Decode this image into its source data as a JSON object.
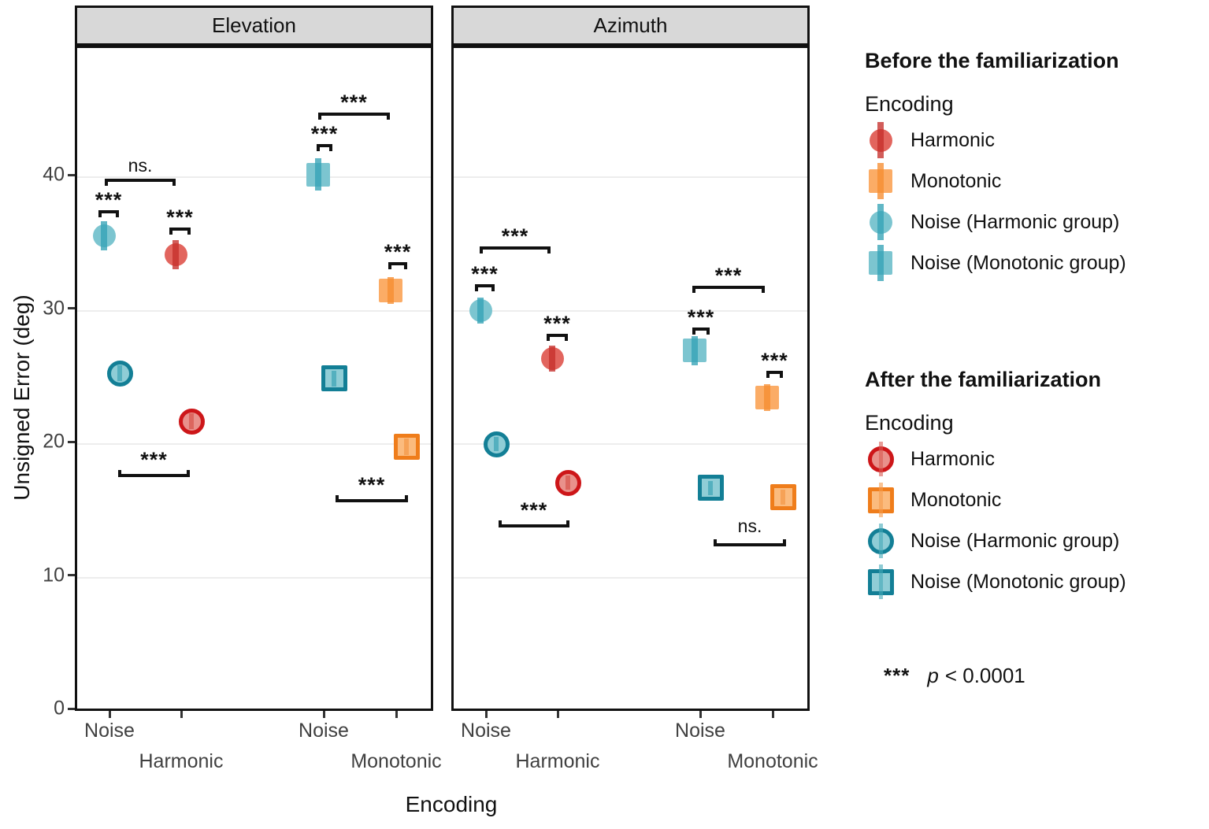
{
  "figure": {
    "y_axis": {
      "label": "Unsigned Error (deg)",
      "ticks": [
        0,
        10,
        20,
        30,
        40
      ],
      "range": [
        0,
        49.7
      ]
    },
    "x_axis": {
      "title": "Encoding",
      "groups": [
        "Noise",
        "Harmonic",
        "Noise",
        "Monotonic"
      ]
    },
    "sig_note": {
      "stars": "***",
      "var": "p",
      "comparison": "< 0.0001"
    },
    "colors": {
      "harmonic": {
        "before_fill": "#E2655E",
        "before_bar": "#C5302B",
        "after_fill": "#E9918B",
        "after_stroke": "#CD1619",
        "after_bar": "#D85A52"
      },
      "monotonic": {
        "before_fill": "#FBAC66",
        "before_bar": "#F68D31",
        "after_fill": "#FBBB7E",
        "after_stroke": "#EF7D1B",
        "after_bar": "#F59B4C"
      },
      "noise": {
        "before_fill": "#7CC5D0",
        "before_bar": "#35A3B6",
        "after_fill": "#8FCDD6",
        "after_stroke": "#137F96",
        "after_bar": "#44A8B8"
      }
    }
  },
  "legend": {
    "groups": [
      {
        "title": "Before the familiarization",
        "subtitle": "Encoding",
        "phase": "before",
        "items": [
          {
            "label": "Harmonic",
            "shape": "circle",
            "color": "harmonic"
          },
          {
            "label": "Monotonic",
            "shape": "square",
            "color": "monotonic"
          },
          {
            "label": "Noise (Harmonic group)",
            "shape": "circle",
            "color": "noise"
          },
          {
            "label": "Noise (Monotonic group)",
            "shape": "square",
            "color": "noise"
          }
        ]
      },
      {
        "title": "After the familiarization",
        "subtitle": "Encoding",
        "phase": "after",
        "items": [
          {
            "label": "Harmonic",
            "shape": "circle",
            "color": "harmonic"
          },
          {
            "label": "Monotonic",
            "shape": "square",
            "color": "monotonic"
          },
          {
            "label": "Noise (Harmonic group)",
            "shape": "circle",
            "color": "noise"
          },
          {
            "label": "Noise (Monotonic group)",
            "shape": "square",
            "color": "noise"
          }
        ]
      }
    ]
  },
  "chart_data": {
    "type": "scatter",
    "title": "",
    "ylabel": "Unsigned Error (deg)",
    "xlabel": "Encoding",
    "ylim": [
      0,
      49.7
    ],
    "grid": "major-horizontal",
    "facets": [
      {
        "title": "Elevation",
        "points": [
          {
            "group": 0,
            "phase": "before",
            "series": "Noise (Harmonic group)",
            "shape": "circle",
            "color": "noise",
            "value": 35.6,
            "ci": 1.1
          },
          {
            "group": 1,
            "phase": "before",
            "series": "Harmonic",
            "shape": "circle",
            "color": "harmonic",
            "value": 34.2,
            "ci": 1.1
          },
          {
            "group": 2,
            "phase": "before",
            "series": "Noise (Monotonic group)",
            "shape": "square",
            "color": "noise",
            "value": 40.2,
            "ci": 1.2
          },
          {
            "group": 3,
            "phase": "before",
            "series": "Monotonic",
            "shape": "square",
            "color": "monotonic",
            "value": 31.5,
            "ci": 1.0
          },
          {
            "group": 0,
            "phase": "after",
            "series": "Noise (Harmonic group)",
            "shape": "circle",
            "color": "noise",
            "value": 25.3,
            "ci": 0.6
          },
          {
            "group": 1,
            "phase": "after",
            "series": "Harmonic",
            "shape": "circle",
            "color": "harmonic",
            "value": 21.7,
            "ci": 0.6
          },
          {
            "group": 2,
            "phase": "after",
            "series": "Noise (Monotonic group)",
            "shape": "square",
            "color": "noise",
            "value": 24.9,
            "ci": 0.6
          },
          {
            "group": 3,
            "phase": "after",
            "series": "Monotonic",
            "shape": "square",
            "color": "monotonic",
            "value": 19.8,
            "ci": 0.6
          }
        ],
        "brackets": [
          {
            "x1": 27,
            "x2": 53,
            "y": 206,
            "dir": "down",
            "label": "***"
          },
          {
            "x1": 117,
            "x2": 144,
            "y": 228,
            "dir": "down",
            "label": "***"
          },
          {
            "x1": 35,
            "x2": 125,
            "y": 166,
            "dir": "down",
            "label": "ns."
          },
          {
            "x1": 306,
            "x2": 397,
            "y": 82,
            "dir": "down",
            "label": "***"
          },
          {
            "x1": 304,
            "x2": 324,
            "y": 122,
            "dir": "down",
            "label": "***"
          },
          {
            "x1": 395,
            "x2": 419,
            "y": 272,
            "dir": "down",
            "label": "***"
          },
          {
            "x1": 52,
            "x2": 143,
            "y": 536,
            "dir": "up",
            "label": "***"
          },
          {
            "x1": 328,
            "x2": 420,
            "y": 568,
            "dir": "up",
            "label": "***"
          }
        ]
      },
      {
        "title": "Azimuth",
        "points": [
          {
            "group": 0,
            "phase": "before",
            "series": "Noise (Harmonic group)",
            "shape": "circle",
            "color": "noise",
            "value": 30.0,
            "ci": 1.0
          },
          {
            "group": 1,
            "phase": "before",
            "series": "Harmonic",
            "shape": "circle",
            "color": "harmonic",
            "value": 26.4,
            "ci": 1.0
          },
          {
            "group": 2,
            "phase": "before",
            "series": "Noise (Monotonic group)",
            "shape": "square",
            "color": "noise",
            "value": 27.0,
            "ci": 1.1
          },
          {
            "group": 3,
            "phase": "before",
            "series": "Monotonic",
            "shape": "square",
            "color": "monotonic",
            "value": 23.5,
            "ci": 1.0
          },
          {
            "group": 0,
            "phase": "after",
            "series": "Noise (Harmonic group)",
            "shape": "circle",
            "color": "noise",
            "value": 20.0,
            "ci": 0.55
          },
          {
            "group": 1,
            "phase": "after",
            "series": "Harmonic",
            "shape": "circle",
            "color": "harmonic",
            "value": 17.1,
            "ci": 0.55
          },
          {
            "group": 2,
            "phase": "after",
            "series": "Noise (Monotonic group)",
            "shape": "square",
            "color": "noise",
            "value": 16.7,
            "ci": 0.55
          },
          {
            "group": 3,
            "phase": "after",
            "series": "Monotonic",
            "shape": "square",
            "color": "monotonic",
            "value": 16.0,
            "ci": 0.55
          }
        ],
        "brackets": [
          {
            "x1": 33,
            "x2": 123,
            "y": 252,
            "dir": "down",
            "label": "***"
          },
          {
            "x1": 27,
            "x2": 52,
            "y": 300,
            "dir": "down",
            "label": "***"
          },
          {
            "x1": 118,
            "x2": 145,
            "y": 363,
            "dir": "down",
            "label": "***"
          },
          {
            "x1": 303,
            "x2": 395,
            "y": 302,
            "dir": "down",
            "label": "***"
          },
          {
            "x1": 303,
            "x2": 325,
            "y": 355,
            "dir": "down",
            "label": "***"
          },
          {
            "x1": 397,
            "x2": 418,
            "y": 410,
            "dir": "down",
            "label": "***"
          },
          {
            "x1": 57,
            "x2": 147,
            "y": 600,
            "dir": "up",
            "label": "***"
          },
          {
            "x1": 330,
            "x2": 422,
            "y": 624,
            "dir": "up",
            "label": "ns."
          }
        ]
      }
    ]
  }
}
